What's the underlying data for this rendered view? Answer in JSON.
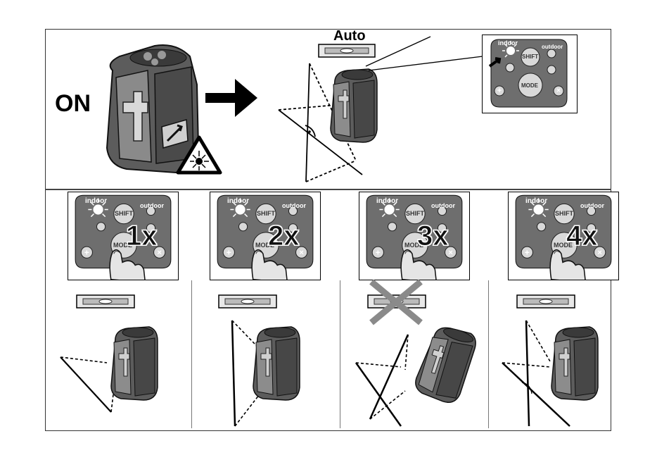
{
  "top": {
    "on_label": "ON",
    "auto_label": "Auto",
    "keypad": {
      "indoor": "indoor",
      "outdoor": "outdoor",
      "shift": "SHIFT",
      "mode": "MODE"
    }
  },
  "steps": [
    {
      "press": "1x",
      "indoor": "indoor",
      "outdoor": "outdoor",
      "shift": "SHIFT",
      "mode": "MODE",
      "crossed_out": false
    },
    {
      "press": "2x",
      "indoor": "indoor",
      "outdoor": "outdoor",
      "shift": "SHIFT",
      "mode": "MODE",
      "crossed_out": false
    },
    {
      "press": "3x",
      "indoor": "indoor",
      "outdoor": "outdoor",
      "shift": "SHIFT",
      "mode": "MODE",
      "crossed_out": true
    },
    {
      "press": "4x",
      "indoor": "indoor",
      "outdoor": "outdoor",
      "shift": "SHIFT",
      "mode": "MODE",
      "crossed_out": false
    }
  ],
  "colors": {
    "ink": "#111111",
    "device_body": "#555555",
    "device_light": "#9a9a9a",
    "keypad_bg": "#6e6e6e"
  }
}
